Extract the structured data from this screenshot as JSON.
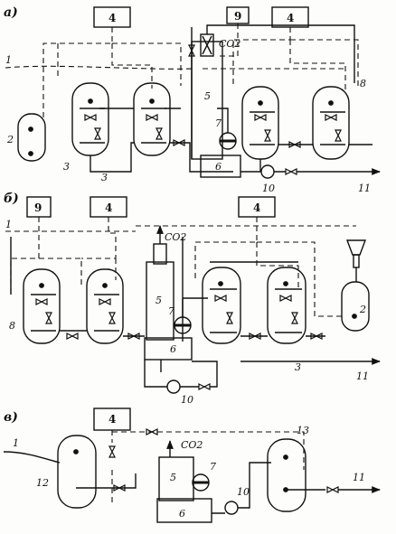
{
  "sections": {
    "a": {
      "letter": "а)",
      "boxes": [
        "4",
        "9",
        "4"
      ],
      "labels": [
        "1",
        "2",
        "3",
        "3",
        "5",
        "6",
        "7",
        "8",
        "10",
        "11"
      ],
      "co2": "CO2"
    },
    "b": {
      "letter": "б)",
      "boxes": [
        "9",
        "4",
        "4"
      ],
      "labels": [
        "1",
        "2",
        "3",
        "5",
        "6",
        "7",
        "8",
        "10",
        "11"
      ],
      "co2": "CO2"
    },
    "c": {
      "letter": "в)",
      "boxes": [
        "4"
      ],
      "labels": [
        "1",
        "5",
        "6",
        "7",
        "10",
        "11",
        "12",
        "13"
      ],
      "co2": "CO2"
    }
  },
  "colors": {
    "line": "#111111",
    "background": "#fdfdfb"
  }
}
